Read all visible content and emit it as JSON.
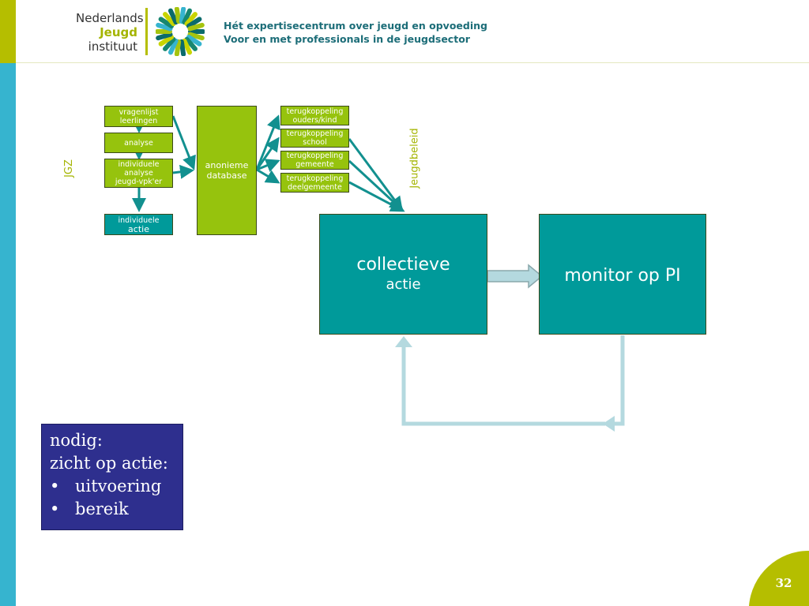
{
  "header": {
    "logo": {
      "line1": "Nederlands",
      "line2": "Jeugd",
      "line3": "instituut",
      "icon": "circle-of-people-logo-icon"
    },
    "tagline1": "Hét expertisecentrum over jeugd en opvoeding",
    "tagline2": "Voor en met professionals in de jeugdsector"
  },
  "diagram": {
    "labels": {
      "jgz": "JGZ",
      "jeugdbeleid": "Jeugdbeleid"
    },
    "nodes": {
      "vragenlijst": [
        "vragenlijst",
        "leerlingen"
      ],
      "analyse": [
        "analyse"
      ],
      "individuele_analyse": [
        "individuele",
        "analyse",
        "jeugd-vpk'er"
      ],
      "individuele_actie": [
        "individuele",
        "actie"
      ],
      "database": [
        "anonieme",
        "database"
      ],
      "terug_ouders": [
        "terugkoppeling",
        "ouders/kind"
      ],
      "terug_school": [
        "terugkoppeling",
        "school"
      ],
      "terug_gemeente": [
        "terugkoppeling",
        "gemeente"
      ],
      "terug_deelgemeente": [
        "terugkoppeling",
        "deelgemeente"
      ],
      "collectieve_actie": [
        "collectieve",
        "actie"
      ],
      "monitor": [
        "monitor op PI"
      ]
    },
    "colors": {
      "green": "#96c30d",
      "teal": "#009a9a",
      "arrow": "#12908f",
      "light_arrow": "#b4d9df"
    }
  },
  "note": {
    "line1": "nodig:",
    "line2": "zicht op actie:",
    "bullets": [
      "uitvoering",
      "bereik"
    ],
    "bullet_char": "•"
  },
  "footer": {
    "page_number": "32"
  }
}
